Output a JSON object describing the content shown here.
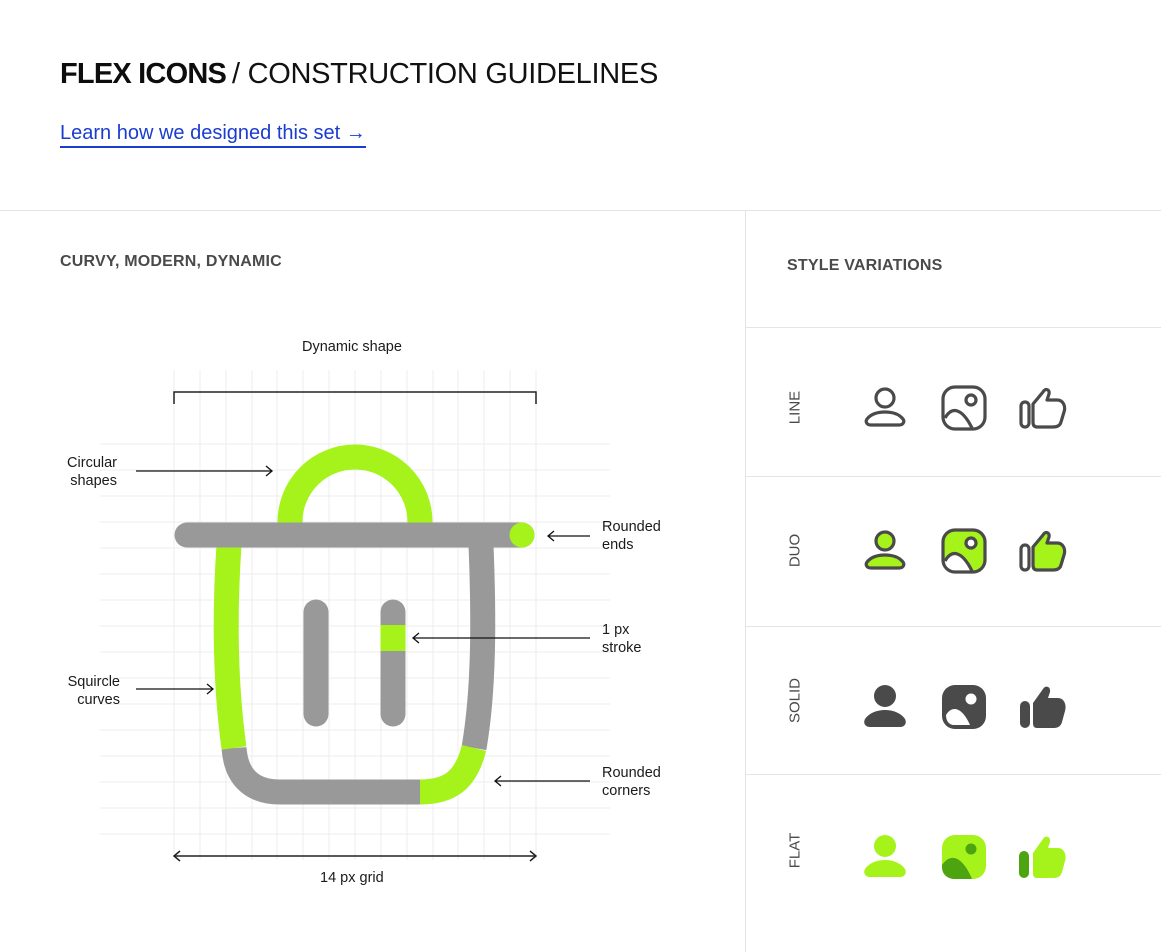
{
  "header": {
    "brand": "FLEX ICONS",
    "separator": "/",
    "subtitle": "CONSTRUCTION GUIDELINES",
    "link_label": "Learn how we designed this set →"
  },
  "left_panel": {
    "section_title": "CURVY, MODERN, DYNAMIC",
    "diagram": {
      "top_label": "Dynamic shape",
      "bottom_label": "14 px grid",
      "annotations": {
        "circular_shapes": [
          "Circular",
          "shapes"
        ],
        "squircle_curves": [
          "Squircle",
          "curves"
        ],
        "rounded_ends": [
          "Rounded",
          "ends"
        ],
        "stroke": [
          "1 px",
          "stroke"
        ],
        "rounded_corners": [
          "Rounded",
          "corners"
        ]
      },
      "subject_icon": "trash-bin-icon",
      "grid_cells": 14
    }
  },
  "right_panel": {
    "section_title": "STYLE VARIATIONS",
    "rows": [
      {
        "label": "LINE",
        "icons": [
          "user-icon",
          "image-icon",
          "thumbs-up-icon"
        ]
      },
      {
        "label": "DUO",
        "icons": [
          "user-icon",
          "image-icon",
          "thumbs-up-icon"
        ]
      },
      {
        "label": "SOLID",
        "icons": [
          "user-icon",
          "image-icon",
          "thumbs-up-icon"
        ]
      },
      {
        "label": "FLAT",
        "icons": [
          "user-icon",
          "image-icon",
          "thumbs-up-icon"
        ]
      }
    ]
  },
  "colors": {
    "accent_lime": "#A6F21B",
    "accent_dark_green": "#4CA410",
    "construction_gray": "#999999",
    "icon_dark": "#4A4A4A",
    "link_blue": "#1A3CCF",
    "divider": "#E4E4E4"
  }
}
